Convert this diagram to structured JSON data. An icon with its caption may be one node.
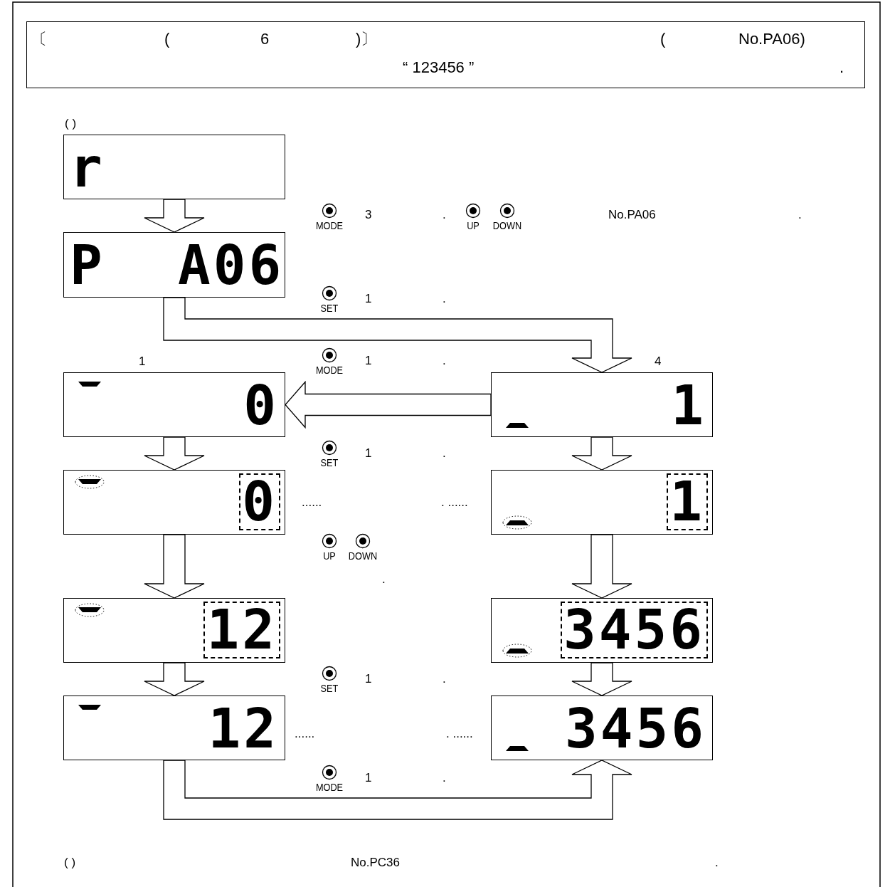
{
  "diagram": {
    "nodes": [
      {
        "text": [
          "〔",
          "(",
          "6",
          ")〕",
          "(",
          "No.PA06)",
          "“ 123456 ”",
          "."
        ]
      },
      {
        "text": [
          "r"
        ],
        "beside": [
          "( )"
        ]
      },
      {
        "text": [
          "P",
          "A06"
        ]
      },
      {
        "text": [
          "0"
        ],
        "beside": [
          "1"
        ]
      },
      {
        "text": [
          "1"
        ],
        "beside": [
          "4"
        ]
      },
      {
        "text": [
          "0"
        ]
      },
      {
        "text": [
          "1"
        ]
      },
      {
        "text": [
          "12"
        ]
      },
      {
        "text": [
          "3456"
        ]
      },
      {
        "text": [
          "12"
        ]
      },
      {
        "text": [
          "3456"
        ]
      }
    ],
    "edges": [
      {
        "from": 1,
        "to": 2,
        "arrow": "to"
      },
      {
        "from": 2,
        "to": 4,
        "arrow": "to"
      },
      {
        "from": 4,
        "to": 3,
        "arrow": "to"
      },
      {
        "from": 3,
        "to": 5,
        "arrow": "to"
      },
      {
        "from": 4,
        "to": 6,
        "arrow": "to"
      },
      {
        "from": 5,
        "to": 7,
        "arrow": "to"
      },
      {
        "from": 6,
        "to": 8,
        "arrow": "to"
      },
      {
        "from": 7,
        "to": 9,
        "arrow": "to"
      },
      {
        "from": 8,
        "to": 10,
        "arrow": "to"
      },
      {
        "from": 9,
        "to": 10,
        "arrow": "to"
      }
    ],
    "labels": [
      "MODE",
      "3",
      ".",
      "UP",
      "DOWN",
      "No.PA06",
      ".",
      "SET",
      "1",
      ".",
      "MODE",
      "1",
      ".",
      "SET",
      "1",
      ".",
      "......",
      ". ......",
      "UP",
      "DOWN",
      ".",
      "SET",
      "1",
      ".",
      "......",
      ". ......",
      "MODE",
      "1",
      ".",
      "( )",
      "No.PC36",
      "."
    ]
  }
}
